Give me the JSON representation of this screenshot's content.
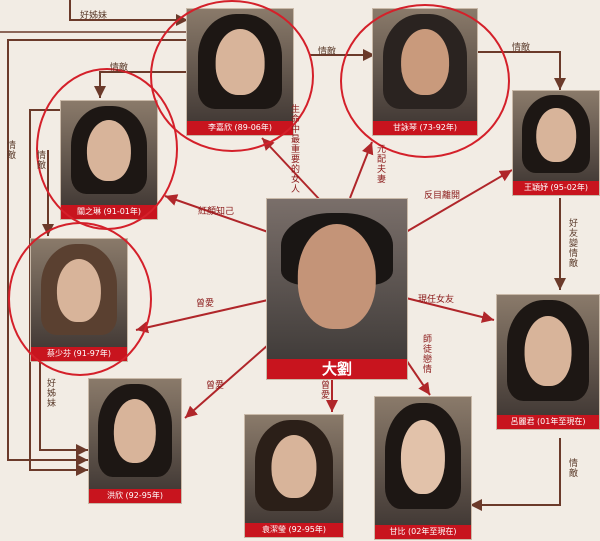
{
  "center": {
    "label": "大劉"
  },
  "people": [
    {
      "id": "li",
      "label": "李嘉欣 (89-06年)"
    },
    {
      "id": "gan_wq",
      "label": "甘詠琴 (73-92年)"
    },
    {
      "id": "wang",
      "label": "王穎妤 (95-02年)"
    },
    {
      "id": "guan",
      "label": "關之琳 (91-01年)"
    },
    {
      "id": "cai",
      "label": "蔡少芬 (91-97年)"
    },
    {
      "id": "lv",
      "label": "呂麗君 (01年至現在)"
    },
    {
      "id": "hong",
      "label": "洪欣 (92-95年)"
    },
    {
      "id": "yuan",
      "label": "袁潔瑩 (92-95年)"
    },
    {
      "id": "ganbi",
      "label": "甘比 (02年至現在)"
    }
  ],
  "relations": {
    "top_left_sisters": "好姊妹",
    "li_guan_rival": "情敵",
    "li_gan_rival": "情敵",
    "gan_wang_rival": "情敵",
    "left_outer_rival": "情敵",
    "left_inner_rival": "情敵",
    "li_center": "生命中最重要的女人",
    "gan_center": "元配夫妻",
    "guan_center": "紅顏知己",
    "wang_center": "反目離開",
    "wang_lv": "好友變情敵",
    "cai_center": "曾愛",
    "lv_center": "現任女友",
    "hong_center": "曾愛",
    "yuan_center": "曾愛",
    "ganbi_center": "師徒戀情",
    "cai_hong_sisters": "好姊妹",
    "lv_ganbi_rival": "情敵"
  },
  "colors": {
    "line": "#b0262a",
    "accent": "#c8141e",
    "ring": "#d4202a"
  }
}
